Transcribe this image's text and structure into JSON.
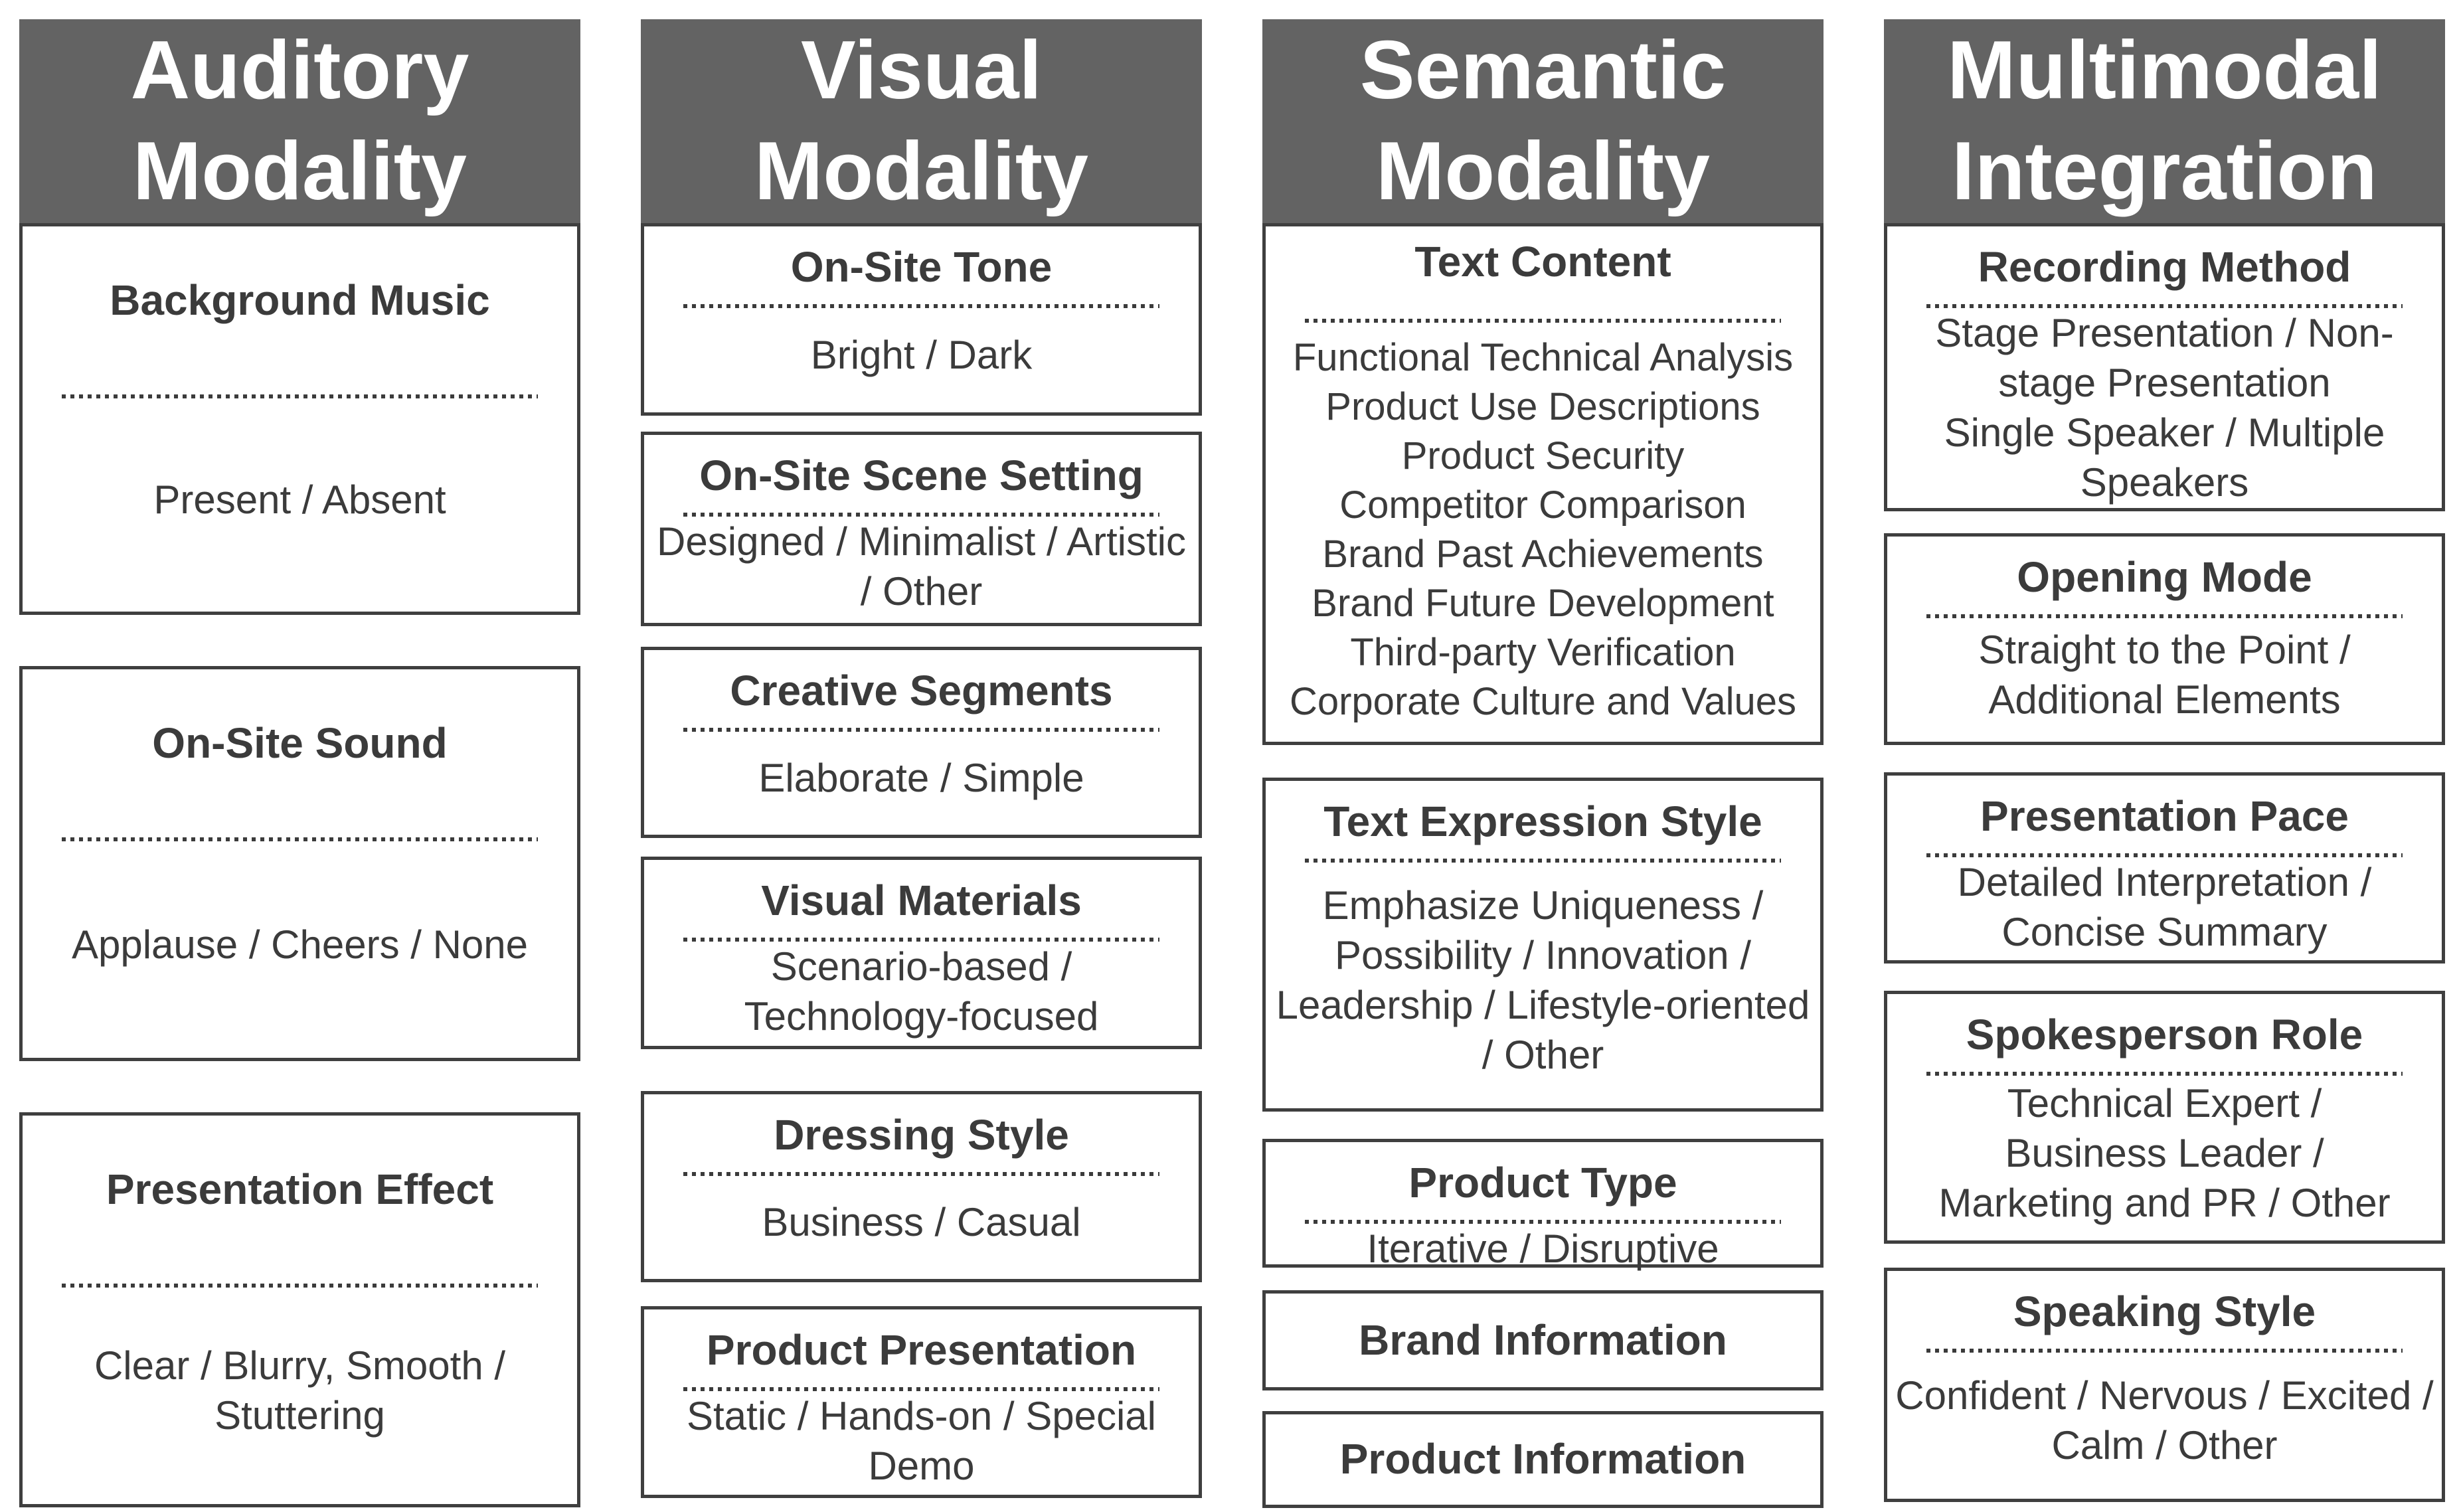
{
  "figure": {
    "type": "taxonomy-diagram",
    "theme": {
      "header_background": "#636363",
      "header_text_color": "#ffffff",
      "box_border_color": "#3f3f3f",
      "box_background": "#ffffff",
      "text_color": "#3b3b3b",
      "page_background": "#ffffff"
    }
  },
  "columns": [
    {
      "header": [
        "Auditory",
        "Modality"
      ],
      "boxes": [
        {
          "title": "Background Music",
          "value": "Present / Absent"
        },
        {
          "title": "On-Site Sound",
          "value": "Applause / Cheers / None"
        },
        {
          "title": "Presentation Effect",
          "value": "Clear / Blurry, Smooth / Stuttering"
        }
      ]
    },
    {
      "header": [
        "Visual",
        "Modality"
      ],
      "boxes": [
        {
          "title": "On-Site Tone",
          "value": "Bright / Dark"
        },
        {
          "title": "On-Site Scene Setting",
          "value": "Designed / Minimalist / Artistic / Other"
        },
        {
          "title": "Creative Segments",
          "value": "Elaborate / Simple"
        },
        {
          "title": "Visual Materials",
          "value": [
            "Scenario-based /",
            "Technology-focused"
          ]
        },
        {
          "title": "Dressing Style",
          "value": "Business / Casual"
        },
        {
          "title": "Product Presentation",
          "value": "Static / Hands-on / Special Demo"
        }
      ]
    },
    {
      "header": [
        "Semantic",
        "Modality"
      ],
      "boxes": [
        {
          "title": "Text Content",
          "value": [
            "Functional Technical Analysis",
            "Product Use Descriptions",
            "Product Security",
            "Competitor Comparison",
            "Brand Past Achievements",
            "Brand Future Development",
            "Third-party Verification",
            "Corporate Culture and Values"
          ]
        },
        {
          "title": "Text Expression Style",
          "value": "Emphasize Uniqueness / Possibility / Innovation / Leadership / Lifestyle-oriented / Other"
        },
        {
          "title": "Product Type",
          "value": "Iterative / Disruptive"
        },
        {
          "title": "Brand Information"
        },
        {
          "title": "Product Information"
        }
      ]
    },
    {
      "header": [
        "Multimodal",
        "Integration"
      ],
      "boxes": [
        {
          "title": "Recording Method",
          "value": [
            "Stage Presentation / Non-stage Presentation",
            "Single Speaker / Multiple Speakers"
          ]
        },
        {
          "title": "Opening Mode",
          "value": "Straight to the Point / Additional Elements"
        },
        {
          "title": "Presentation Pace",
          "value": "Detailed Interpretation / Concise Summary"
        },
        {
          "title": "Spokesperson Role",
          "value": [
            "Technical Expert /",
            "Business Leader /",
            "Marketing and PR / Other"
          ]
        },
        {
          "title": "Speaking Style",
          "value": "Confident / Nervous / Excited / Calm / Other"
        }
      ]
    }
  ]
}
